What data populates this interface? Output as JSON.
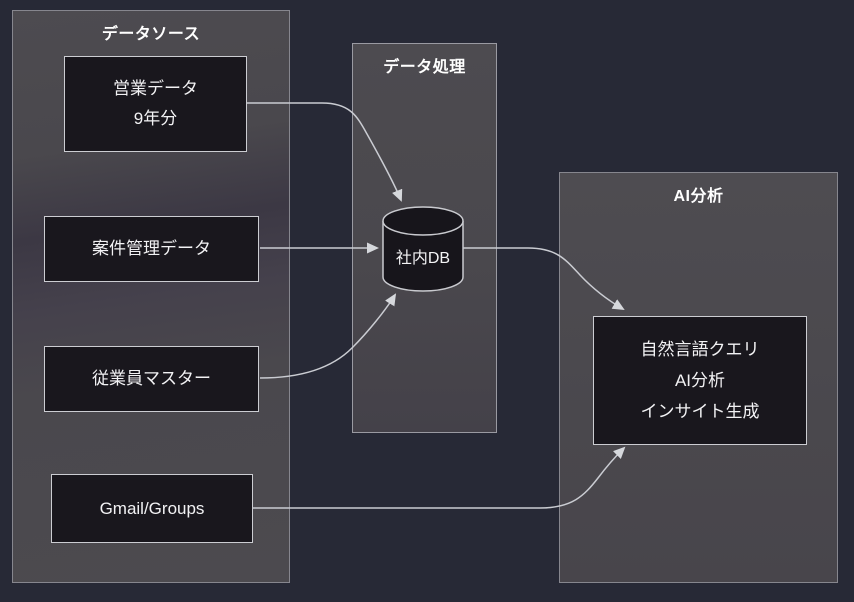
{
  "diagram": {
    "panels": {
      "datasource": {
        "title": "データソース"
      },
      "processing": {
        "title": "データ処理"
      },
      "ai": {
        "title": "AI分析"
      }
    },
    "nodes": {
      "sales": {
        "line1": "営業データ",
        "line2": "9年分"
      },
      "kanri": {
        "label": "案件管理データ"
      },
      "employee": {
        "label": "従業員マスター"
      },
      "gmail": {
        "label": "Gmail/Groups"
      },
      "db": {
        "label": "社内DB"
      },
      "ai_features": {
        "line1": "自然言語クエリ",
        "line2": "AI分析",
        "line3": "インサイト生成"
      }
    },
    "edges": [
      {
        "from": "sales",
        "to": "db"
      },
      {
        "from": "kanri",
        "to": "db"
      },
      {
        "from": "employee",
        "to": "db"
      },
      {
        "from": "db",
        "to": "ai_features"
      },
      {
        "from": "gmail",
        "to": "ai_features"
      }
    ],
    "colors": {
      "background": "#272936",
      "panel_fill": "#4a484d",
      "panel_border": "#86868e",
      "node_fill": "#19171d",
      "node_border": "#cccdd2",
      "cylinder_fill": "#17151b",
      "arrow": "#caccd2",
      "text": "#f2f2f4"
    }
  }
}
